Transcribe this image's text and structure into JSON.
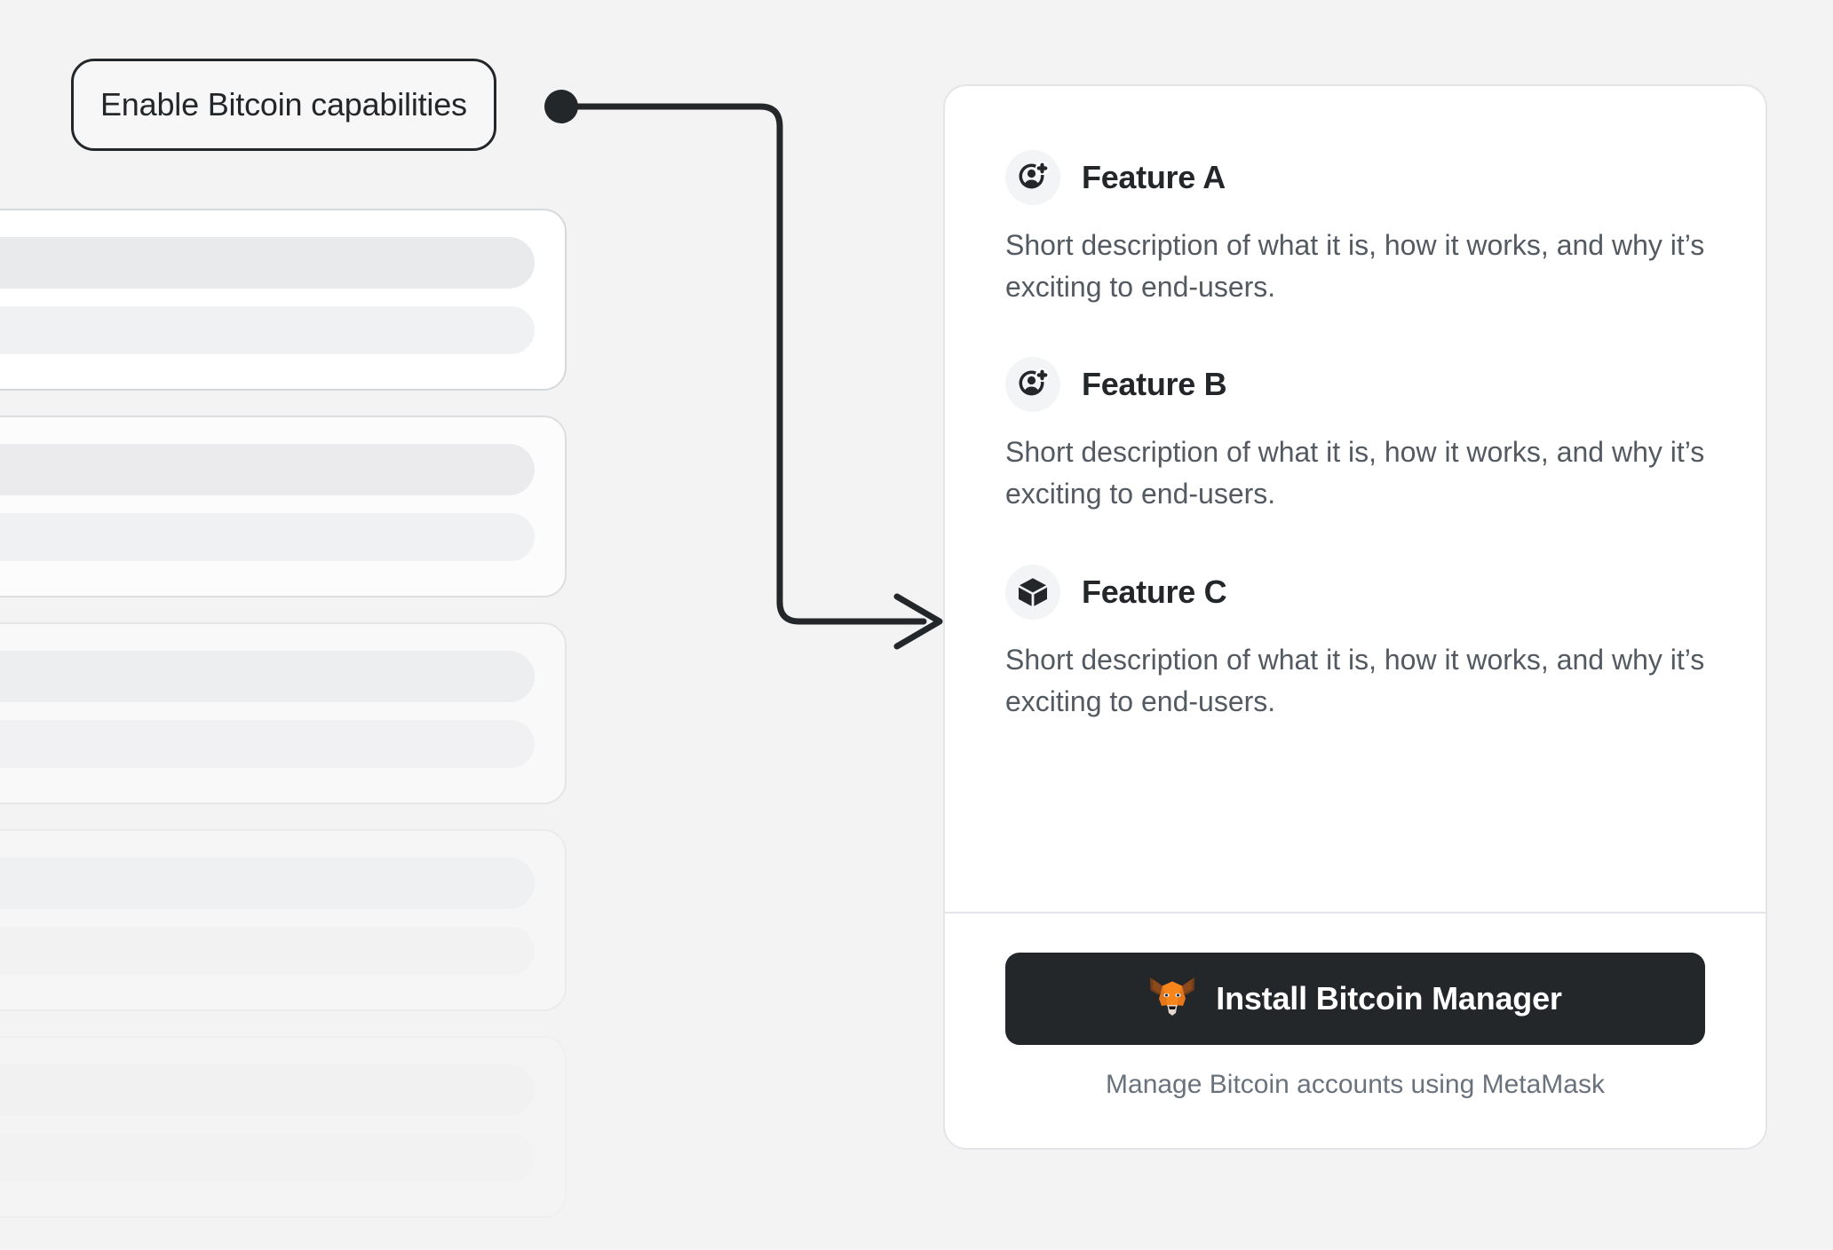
{
  "callout": {
    "label": "Enable Bitcoin capabilities",
    "connector_color": "#24272a"
  },
  "colors": {
    "background": "#f3f3f4",
    "card_background": "#ffffff",
    "card_border": "#e3e5e8",
    "text_primary": "#24272a",
    "text_secondary": "#535a61",
    "text_muted": "#6a737d",
    "icon_badge_background": "#f2f4f6",
    "button_background": "#24272a",
    "button_text": "#ffffff",
    "metamask_orange": "#e2761b",
    "metamask_orange_light": "#f6851b",
    "metamask_brown": "#763d16",
    "metamask_cream": "#e4d7cd",
    "skeleton_bar": "#e9eaec",
    "skeleton_bar_light": "#f0f1f3"
  },
  "card": {
    "features": [
      {
        "icon": "add-account-icon",
        "title": "Feature A",
        "description": "Short description of what it is, how it works, and why it’s exciting to end-users."
      },
      {
        "icon": "add-account-icon",
        "title": "Feature B",
        "description": "Short description of what it is, how it works, and why it’s exciting to end-users."
      },
      {
        "icon": "cube-icon",
        "title": "Feature C",
        "description": "Short description of what it is, how it works, and why it’s exciting to end-users."
      }
    ],
    "footer": {
      "install_button_label": "Install Bitcoin Manager",
      "install_button_icon": "metamask-fox-icon",
      "caption": "Manage Bitcoin accounts using MetaMask"
    }
  },
  "skeleton": {
    "card_count": 5
  }
}
